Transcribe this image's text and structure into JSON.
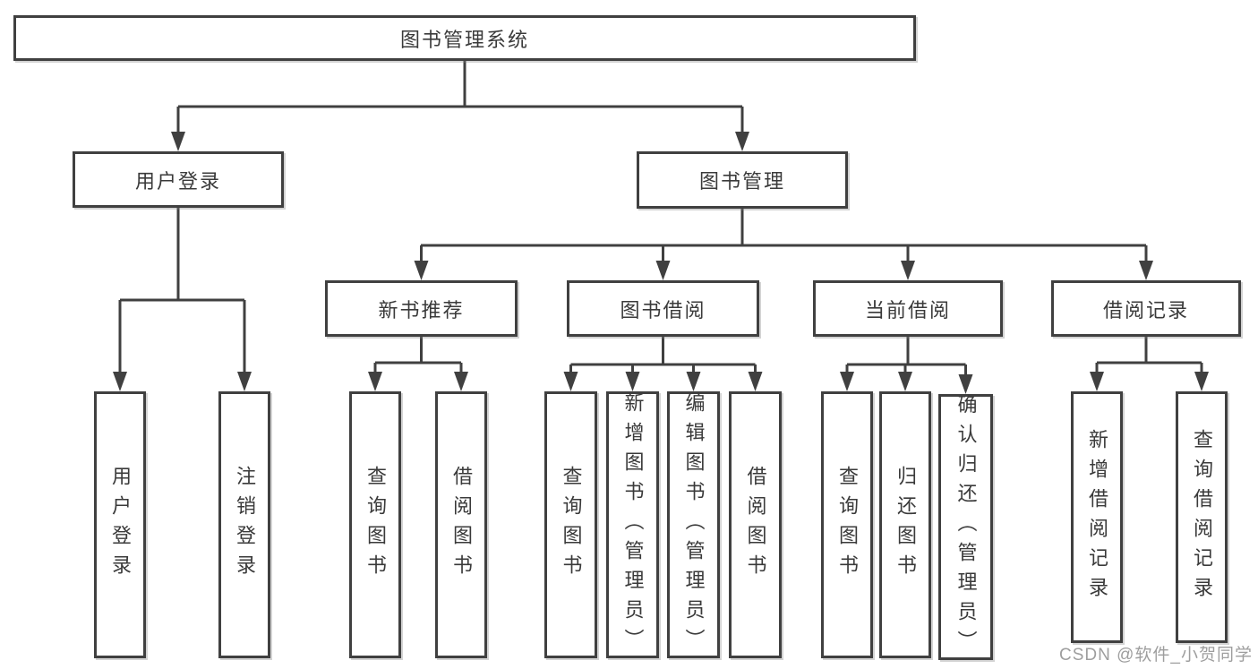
{
  "watermark": "CSDN @软件_小贺同学",
  "colors": {
    "line": "#404040",
    "box_border": "#404040",
    "text": "#3a3a3a",
    "watermark": "#9e9e9e",
    "background": "#ffffff"
  },
  "diagram": {
    "root": "图书管理系统",
    "branches": [
      {
        "label": "用户登录",
        "children": [
          {
            "label": "用户登录"
          },
          {
            "label": "注销登录"
          }
        ]
      },
      {
        "label": "图书管理",
        "children": [
          {
            "label": "新书推荐",
            "children": [
              {
                "label": "查询图书"
              },
              {
                "label": "借阅图书"
              }
            ]
          },
          {
            "label": "图书借阅",
            "children": [
              {
                "label": "查询图书"
              },
              {
                "label": "新增图书（管理员）"
              },
              {
                "label": "编辑图书（管理员）"
              },
              {
                "label": "借阅图书"
              }
            ]
          },
          {
            "label": "当前借阅",
            "children": [
              {
                "label": "查询图书"
              },
              {
                "label": "归还图书"
              },
              {
                "label": "确认归还（管理员）"
              }
            ]
          },
          {
            "label": "借阅记录",
            "children": [
              {
                "label": "新增借阅记录"
              },
              {
                "label": "查询借阅记录"
              }
            ]
          }
        ]
      }
    ]
  }
}
